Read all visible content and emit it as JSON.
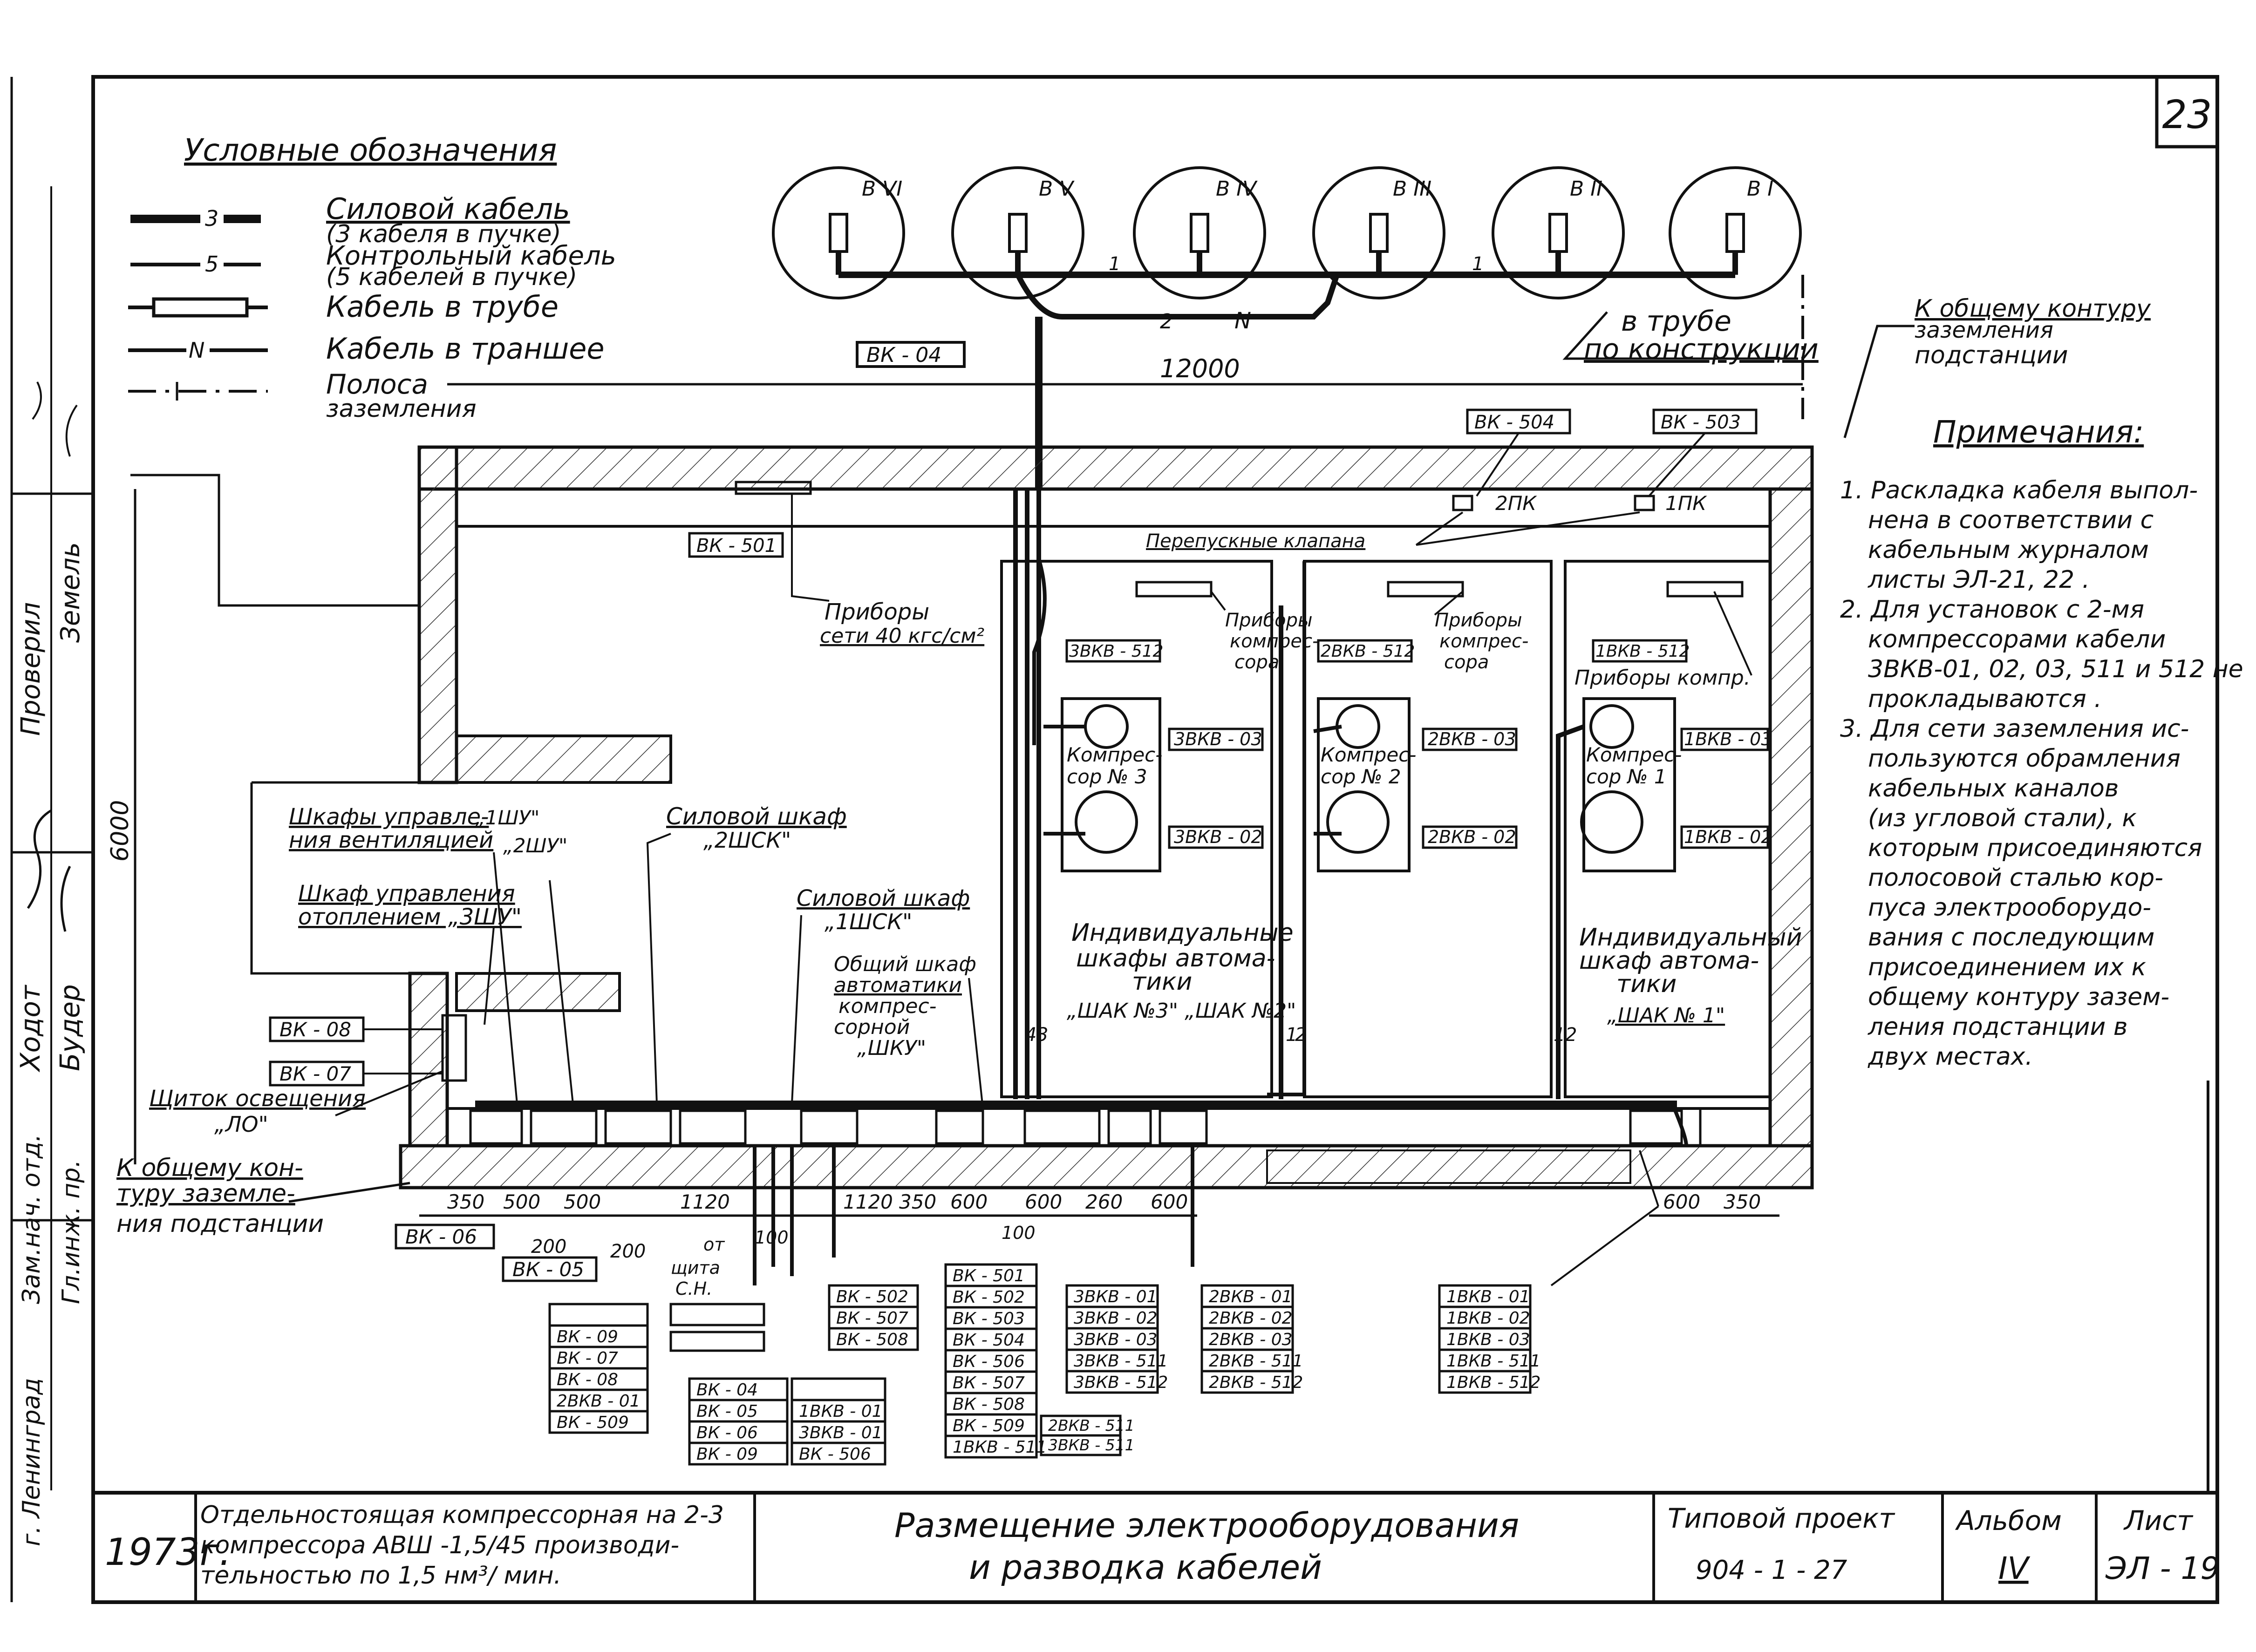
{
  "sheet_number": "23",
  "side_stamp": [
    "Зам.нач. отд.",
    "Гл.инж. пр.",
    "Ходот",
    "Будер",
    "Проверил",
    "Земель",
    "г. Ленинград"
  ],
  "legend": {
    "title": "Условные обозначения",
    "items": [
      {
        "mark": "3",
        "label": "Силовой кабель",
        "sub": "(3 кабеля в пучке)"
      },
      {
        "mark": "5",
        "label": "Контрольный кабель",
        "sub": "(5 кабелей в пучке)"
      },
      {
        "mark": "",
        "label": "Кабель в трубе",
        "sub": ""
      },
      {
        "mark": "N",
        "label": "Кабель в траншее",
        "sub": ""
      },
      {
        "mark": "",
        "label": "Полоса",
        "sub": "заземления"
      }
    ]
  },
  "tanks": [
    "В VI",
    "В V",
    "В IV",
    "В III",
    "В II",
    "В I"
  ],
  "dimensions": {
    "width": "12000",
    "height": "6000",
    "bottom": [
      "350",
      "500",
      "500",
      "1120",
      "1120",
      "350",
      "600",
      "600",
      "260",
      "600"
    ],
    "bottom_sub": [
      "200",
      "200",
      "100",
      "100"
    ],
    "right": [
      "600",
      "350"
    ]
  },
  "labels": {
    "in_pipe": "в трубе",
    "on_structure": "по конструкции",
    "ground_contour": "К общему контуру",
    "ground_contour2": "заземления",
    "ground_contour3": "подстанции",
    "ground_left1": "К общему кон-",
    "ground_left2": "туру заземле-",
    "ground_left3": "ния подстанции",
    "bypass": "Перепускные клапана",
    "instruments_net1": "Приборы",
    "instruments_net2": "сети  40 кгс/см²",
    "instr_comp1": "Приборы",
    "instr_comp2": "компрес-",
    "instr_comp3": "сора",
    "instr_comp_short": "Приборы компр.",
    "comp1": "Компрес-",
    "comp_n3": "сор № 3",
    "comp_n2": "сор № 2",
    "comp_n1": "сор № 1",
    "cab_vent1": "Шкафы управле-",
    "cab_vent2": "ния вентиляцией",
    "cab_vent_1shu": "„1ШУ\"",
    "cab_vent_2shu": "„2ШУ\"",
    "cab_heat1": "Шкаф управления",
    "cab_heat2": "отоплением „3ШУ\"",
    "power2_1": "Силовой шкаф",
    "power2_2": "„2ШСК\"",
    "power1_1": "Силовой шкаф",
    "power1_2": "„1ШСК\"",
    "common1": "Общий шкаф",
    "common2": "автоматики",
    "common3": "компрес-",
    "common4": "сорной",
    "common5": "„ШКУ\"",
    "indiv1": "Индивидуальные",
    "indiv2": "шкафы автома-",
    "indiv3": "тики",
    "indiv_tags": "„ШАК №3\" „ШАК №2\"",
    "indiv_single1": "Индивидуальный",
    "indiv_single2": "шкаф автома-",
    "indiv_single3": "тики",
    "indiv_single_tag": "„ШАК № 1\"",
    "light1": "Щиток освещения",
    "light2": "„ЛО\"",
    "from_shield1": "от",
    "from_shield2": "щита",
    "from_shield3": "С.Н.",
    "pk2": "2ПК",
    "pk1": "1ПК"
  },
  "tags": {
    "vk04": "ВК - 04",
    "vk504": "ВК - 504",
    "vk503": "ВК - 503",
    "vk501": "ВК - 501",
    "vk08": "ВК - 08",
    "vk07": "ВК - 07",
    "vk06": "ВК - 06",
    "vk05": "ВК - 05",
    "c3vkv512": "3ВКВ - 512",
    "c2vkv512": "2ВКВ - 512",
    "c1vkv512": "1ВКВ - 512",
    "c3vkv03": "3ВКВ - 03",
    "c3vkv02": "3ВКВ - 02",
    "c2vkv03": "2ВКВ - 03",
    "c2vkv02": "2ВКВ - 02",
    "c1vkv03": "1ВКВ - 03",
    "c1vkv02": "1ВКВ - 02"
  },
  "tables": {
    "t1": [
      "",
      "ВК - 09",
      "ВК - 07",
      "ВК - 08",
      "2ВКВ - 01",
      "ВК - 509"
    ],
    "t2": [
      "ВК - 502",
      "ВК - 507",
      "ВК - 508"
    ],
    "t3": [
      "ВК - 04",
      "ВК - 05",
      "ВК - 06",
      "ВК - 09"
    ],
    "t3b": [
      "",
      "1ВКВ - 01",
      "3ВКВ - 01",
      "ВК - 506"
    ],
    "t4": [
      "ВК - 501",
      "ВК - 502",
      "ВК - 503",
      "ВК - 504",
      "ВК - 506",
      "ВК - 507",
      "ВК - 508",
      "ВК - 509",
      "1ВКВ - 511"
    ],
    "t5": [
      "3ВКВ - 01",
      "3ВКВ - 02",
      "3ВКВ - 03",
      "3ВКВ - 511",
      "3ВКВ - 512"
    ],
    "t5b": [
      "2ВКВ - 511",
      "3ВКВ - 511"
    ],
    "t6": [
      "2ВКВ - 01",
      "2ВКВ - 02",
      "2ВКВ - 03",
      "2ВКВ - 511",
      "2ВКВ - 512"
    ],
    "t7": [
      "1ВКВ - 01",
      "1ВКВ - 02",
      "1ВКВ - 03",
      "1ВКВ - 511",
      "1ВКВ - 512"
    ]
  },
  "notes": {
    "title": "Примечания:",
    "lines": [
      "1. Раскладка кабеля выпол-",
      "нена в соответствии с",
      "кабельным журналом",
      "листы ЭЛ-21, 22 .",
      "2. Для установок с 2-мя",
      "компрессорами кабели",
      "3ВКВ-01, 02, 03, 511 и 512 не",
      "прокладываются .",
      "3. Для сети заземления ис-",
      "пользуются обрамления",
      "кабельных каналов",
      "(из угловой стали), к",
      "которым присоединяются",
      "полосовой сталью кор-",
      "пуса электрооборудо-",
      "вания с последующим",
      "присоединением их к",
      "общему контуру зазем-",
      "ления подстанции в",
      "двух местах."
    ]
  },
  "title_block": {
    "year": "1973г.",
    "object1": "Отдельностоящая компрессорная на 2-3",
    "object2": "компрессора АВШ -1,5/45 производи-",
    "object3": "тельностью по 1,5 нм³/ мин.",
    "drawing1": "Размещение электрооборудования",
    "drawing2": "и разводка кабелей",
    "project_label": "Типовой проект",
    "project_no": "904 - 1 - 27",
    "album_label": "Альбом",
    "album_no": "IV",
    "sheet_label": "Лист",
    "sheet_no": "ЭЛ - 19"
  }
}
